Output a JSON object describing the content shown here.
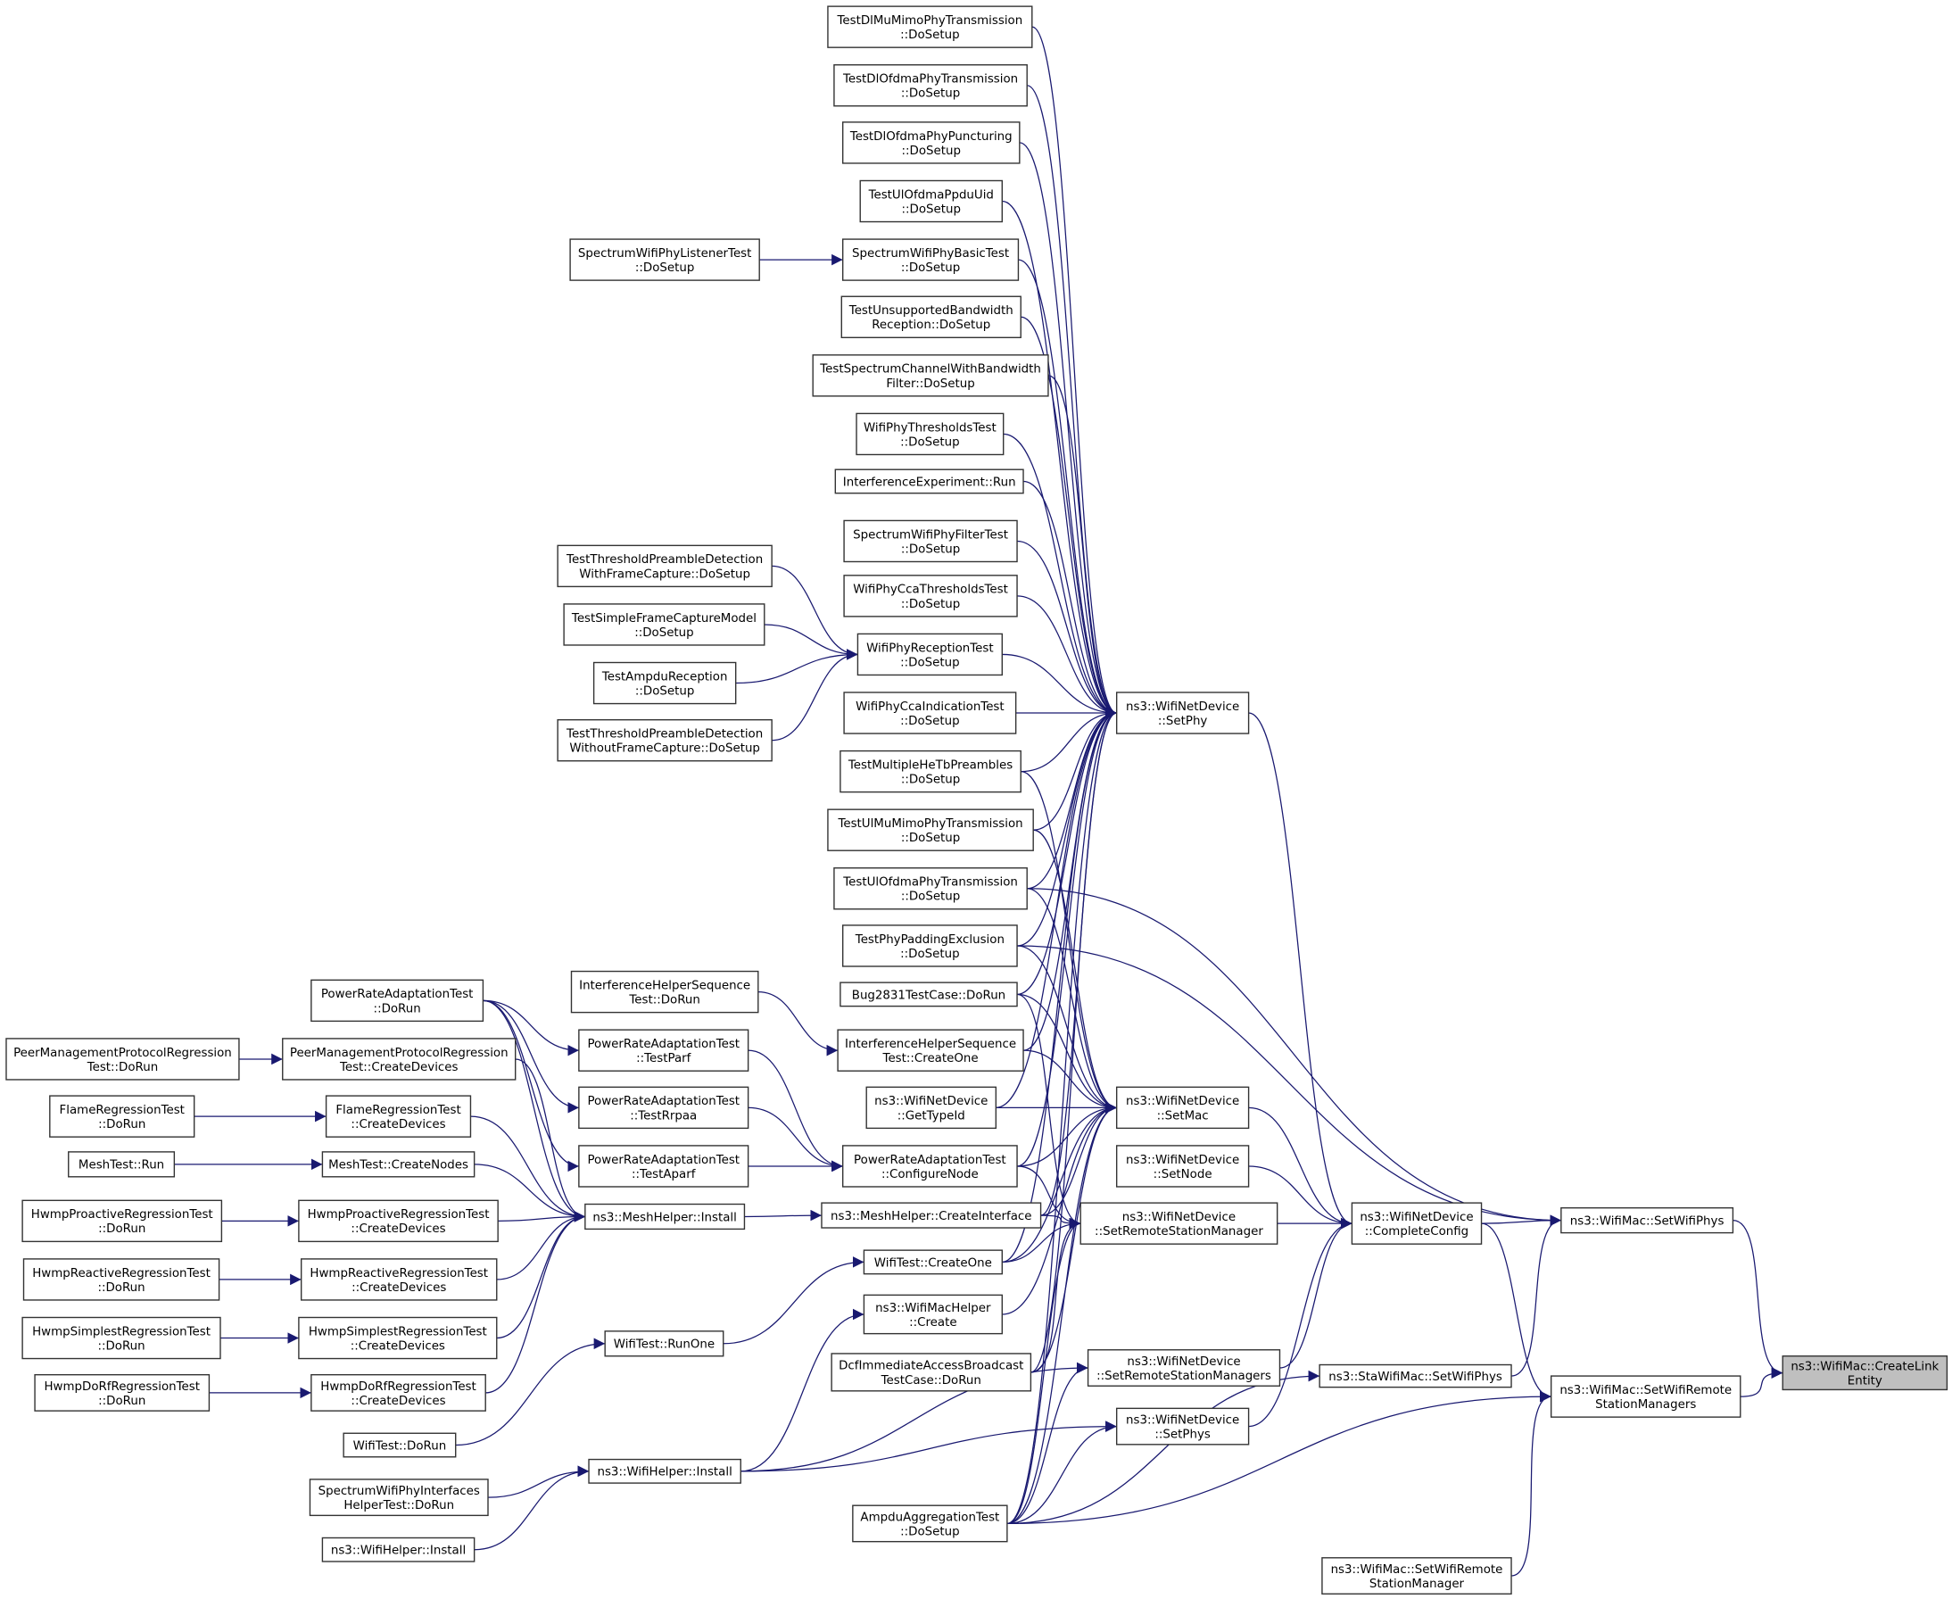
{
  "colors": {
    "edge": "#191970",
    "node_border": "#333333",
    "focus_fill": "#bfbfbf",
    "node_fill": "#ffffff"
  },
  "focus_node": "createlink",
  "nodes": [
    {
      "id": "dlmumimo",
      "lines": [
        "TestDlMuMimoPhyTransmission",
        "::DoSetup"
      ]
    },
    {
      "id": "dlofdma",
      "lines": [
        "TestDlOfdmaPhyTransmission",
        "::DoSetup"
      ]
    },
    {
      "id": "dlpunct",
      "lines": [
        "TestDlOfdmaPhyPuncturing",
        "::DoSetup"
      ]
    },
    {
      "id": "ulppdu",
      "lines": [
        "TestUlOfdmaPpduUid",
        "::DoSetup"
      ]
    },
    {
      "id": "specbasic",
      "lines": [
        "SpectrumWifiPhyBasicTest",
        "::DoSetup"
      ]
    },
    {
      "id": "unsupbw",
      "lines": [
        "TestUnsupportedBandwidth",
        "Reception::DoSetup"
      ]
    },
    {
      "id": "specchan",
      "lines": [
        "TestSpectrumChannelWithBandwidth",
        "Filter::DoSetup"
      ]
    },
    {
      "id": "phythr",
      "lines": [
        "WifiPhyThresholdsTest",
        "::DoSetup"
      ]
    },
    {
      "id": "interfexp",
      "lines": [
        "InterferenceExperiment::Run"
      ]
    },
    {
      "id": "specfilter",
      "lines": [
        "SpectrumWifiPhyFilterTest",
        "::DoSetup"
      ]
    },
    {
      "id": "ccathr",
      "lines": [
        "WifiPhyCcaThresholdsTest",
        "::DoSetup"
      ]
    },
    {
      "id": "phyrecv",
      "lines": [
        "WifiPhyReceptionTest",
        "::DoSetup"
      ]
    },
    {
      "id": "ccaind",
      "lines": [
        "WifiPhyCcaIndicationTest",
        "::DoSetup"
      ]
    },
    {
      "id": "hetb",
      "lines": [
        "TestMultipleHeTbPreambles",
        "::DoSetup"
      ]
    },
    {
      "id": "ulmumimo",
      "lines": [
        "TestUlMuMimoPhyTransmission",
        "::DoSetup"
      ]
    },
    {
      "id": "ulofdma",
      "lines": [
        "TestUlOfdmaPhyTransmission",
        "::DoSetup"
      ]
    },
    {
      "id": "padding",
      "lines": [
        "TestPhyPaddingExclusion",
        "::DoSetup"
      ]
    },
    {
      "id": "bug2831",
      "lines": [
        "Bug2831TestCase::DoRun"
      ]
    },
    {
      "id": "ihscreate",
      "lines": [
        "InterferenceHelperSequence",
        "Test::CreateOne"
      ]
    },
    {
      "id": "gettypeid",
      "lines": [
        "ns3::WifiNetDevice",
        "::GetTypeId"
      ]
    },
    {
      "id": "configure",
      "lines": [
        "PowerRateAdaptationTest",
        "::ConfigureNode"
      ]
    },
    {
      "id": "meshiface",
      "lines": [
        "ns3::MeshHelper::CreateInterface"
      ]
    },
    {
      "id": "wtcreate",
      "lines": [
        "WifiTest::CreateOne"
      ]
    },
    {
      "id": "machelper",
      "lines": [
        "ns3::WifiMacHelper",
        "::Create"
      ]
    },
    {
      "id": "dcf",
      "lines": [
        "DcfImmediateAccessBroadcast",
        "TestCase::DoRun"
      ]
    },
    {
      "id": "ampdu",
      "lines": [
        "AmpduAggregationTest",
        "::DoSetup"
      ]
    },
    {
      "id": "speclisten",
      "lines": [
        "SpectrumWifiPhyListenerTest",
        "::DoSetup"
      ]
    },
    {
      "id": "thrwith",
      "lines": [
        "TestThresholdPreambleDetection",
        "WithFrameCapture::DoSetup"
      ]
    },
    {
      "id": "simplecap",
      "lines": [
        "TestSimpleFrameCaptureModel",
        "::DoSetup"
      ]
    },
    {
      "id": "ampdurecv",
      "lines": [
        "TestAmpduReception",
        "::DoSetup"
      ]
    },
    {
      "id": "thrwithout",
      "lines": [
        "TestThresholdPreambleDetection",
        "WithoutFrameCapture::DoSetup"
      ]
    },
    {
      "id": "ihsrun",
      "lines": [
        "InterferenceHelperSequence",
        "Test::DoRun"
      ]
    },
    {
      "id": "parf",
      "lines": [
        "PowerRateAdaptationTest",
        "::TestParf"
      ]
    },
    {
      "id": "rrpaa",
      "lines": [
        "PowerRateAdaptationTest",
        "::TestRrpaa"
      ]
    },
    {
      "id": "aparf",
      "lines": [
        "PowerRateAdaptationTest",
        "::TestAparf"
      ]
    },
    {
      "id": "meshinstall",
      "lines": [
        "ns3::MeshHelper::Install"
      ]
    },
    {
      "id": "runone",
      "lines": [
        "WifiTest::RunOne"
      ]
    },
    {
      "id": "wifiinstall",
      "lines": [
        "ns3::WifiHelper::Install"
      ]
    },
    {
      "id": "pradorun",
      "lines": [
        "PowerRateAdaptationTest",
        "::DoRun"
      ]
    },
    {
      "id": "peercreate",
      "lines": [
        "PeerManagementProtocolRegression",
        "Test::CreateDevices"
      ]
    },
    {
      "id": "flamecreate",
      "lines": [
        "FlameRegressionTest",
        "::CreateDevices"
      ]
    },
    {
      "id": "meshnodes",
      "lines": [
        "MeshTest::CreateNodes"
      ]
    },
    {
      "id": "proactcreate",
      "lines": [
        "HwmpProactiveRegressionTest",
        "::CreateDevices"
      ]
    },
    {
      "id": "reactcreate",
      "lines": [
        "HwmpReactiveRegressionTest",
        "::CreateDevices"
      ]
    },
    {
      "id": "simplcreate",
      "lines": [
        "HwmpSimplestRegressionTest",
        "::CreateDevices"
      ]
    },
    {
      "id": "dorfcreate",
      "lines": [
        "HwmpDoRfRegressionTest",
        "::CreateDevices"
      ]
    },
    {
      "id": "wtdorun",
      "lines": [
        "WifiTest::DoRun"
      ]
    },
    {
      "id": "specifaces",
      "lines": [
        "SpectrumWifiPhyInterfaces",
        "HelperTest::DoRun"
      ]
    },
    {
      "id": "wifiinstall2",
      "lines": [
        "ns3::WifiHelper::Install"
      ]
    },
    {
      "id": "peerrun",
      "lines": [
        "PeerManagementProtocolRegression",
        "Test::DoRun"
      ]
    },
    {
      "id": "flamerun",
      "lines": [
        "FlameRegressionTest",
        "::DoRun"
      ]
    },
    {
      "id": "meshrun",
      "lines": [
        "MeshTest::Run"
      ]
    },
    {
      "id": "proactrun",
      "lines": [
        "HwmpProactiveRegressionTest",
        "::DoRun"
      ]
    },
    {
      "id": "reactrun",
      "lines": [
        "HwmpReactiveRegressionTest",
        "::DoRun"
      ]
    },
    {
      "id": "simplrun",
      "lines": [
        "HwmpSimplestRegressionTest",
        "::DoRun"
      ]
    },
    {
      "id": "dorfrun",
      "lines": [
        "HwmpDoRfRegressionTest",
        "::DoRun"
      ]
    },
    {
      "id": "setphy",
      "lines": [
        "ns3::WifiNetDevice",
        "::SetPhy"
      ]
    },
    {
      "id": "setmac",
      "lines": [
        "ns3::WifiNetDevice",
        "::SetMac"
      ]
    },
    {
      "id": "setnode",
      "lines": [
        "ns3::WifiNetDevice",
        "::SetNode"
      ]
    },
    {
      "id": "setrsm",
      "lines": [
        "ns3::WifiNetDevice",
        "::SetRemoteStationManager"
      ]
    },
    {
      "id": "setrsms",
      "lines": [
        "ns3::WifiNetDevice",
        "::SetRemoteStationManagers"
      ]
    },
    {
      "id": "setphys",
      "lines": [
        "ns3::WifiNetDevice",
        "::SetPhys"
      ]
    },
    {
      "id": "complete",
      "lines": [
        "ns3::WifiNetDevice",
        "::CompleteConfig"
      ]
    },
    {
      "id": "stasetphys",
      "lines": [
        "ns3::StaWifiMac::SetWifiPhys"
      ]
    },
    {
      "id": "macsetrsm",
      "lines": [
        "ns3::WifiMac::SetWifiRemote",
        "StationManager"
      ]
    },
    {
      "id": "macsetphys",
      "lines": [
        "ns3::WifiMac::SetWifiPhys"
      ]
    },
    {
      "id": "macsetrsms",
      "lines": [
        "ns3::WifiMac::SetWifiRemote",
        "StationManagers"
      ]
    },
    {
      "id": "createlink",
      "lines": [
        "ns3::WifiMac::CreateLink",
        "Entity"
      ]
    }
  ],
  "edges": [
    [
      "macsetphys",
      "createlink"
    ],
    [
      "macsetrsms",
      "createlink"
    ],
    [
      "complete",
      "macsetphys"
    ],
    [
      "stasetphys",
      "macsetphys"
    ],
    [
      "ulofdma",
      "macsetphys"
    ],
    [
      "padding",
      "macsetphys"
    ],
    [
      "complete",
      "macsetrsms"
    ],
    [
      "macsetrsm",
      "macsetrsms"
    ],
    [
      "ampdu",
      "macsetrsms"
    ],
    [
      "ampdu",
      "stasetphys"
    ],
    [
      "setphy",
      "complete"
    ],
    [
      "setmac",
      "complete"
    ],
    [
      "setnode",
      "complete"
    ],
    [
      "setrsm",
      "complete"
    ],
    [
      "setrsms",
      "complete"
    ],
    [
      "setphys",
      "complete"
    ],
    [
      "dlmumimo",
      "setphy"
    ],
    [
      "dlofdma",
      "setphy"
    ],
    [
      "dlpunct",
      "setphy"
    ],
    [
      "ulppdu",
      "setphy"
    ],
    [
      "specbasic",
      "setphy"
    ],
    [
      "unsupbw",
      "setphy"
    ],
    [
      "specchan",
      "setphy"
    ],
    [
      "phythr",
      "setphy"
    ],
    [
      "interfexp",
      "setphy"
    ],
    [
      "specfilter",
      "setphy"
    ],
    [
      "ccathr",
      "setphy"
    ],
    [
      "phyrecv",
      "setphy"
    ],
    [
      "ccaind",
      "setphy"
    ],
    [
      "hetb",
      "setphy"
    ],
    [
      "ulmumimo",
      "setphy"
    ],
    [
      "ulofdma",
      "setphy"
    ],
    [
      "padding",
      "setphy"
    ],
    [
      "bug2831",
      "setphy"
    ],
    [
      "ihscreate",
      "setphy"
    ],
    [
      "gettypeid",
      "setphy"
    ],
    [
      "configure",
      "setphy"
    ],
    [
      "meshiface",
      "setphy"
    ],
    [
      "wtcreate",
      "setphy"
    ],
    [
      "dcf",
      "setphy"
    ],
    [
      "ampdu",
      "setphy"
    ],
    [
      "hetb",
      "setmac"
    ],
    [
      "ulmumimo",
      "setmac"
    ],
    [
      "ulofdma",
      "setmac"
    ],
    [
      "padding",
      "setmac"
    ],
    [
      "bug2831",
      "setmac"
    ],
    [
      "ihscreate",
      "setmac"
    ],
    [
      "gettypeid",
      "setmac"
    ],
    [
      "configure",
      "setmac"
    ],
    [
      "meshiface",
      "setmac"
    ],
    [
      "wtcreate",
      "setmac"
    ],
    [
      "machelper",
      "setmac"
    ],
    [
      "dcf",
      "setmac"
    ],
    [
      "ampdu",
      "setmac"
    ],
    [
      "bug2831",
      "setrsm"
    ],
    [
      "configure",
      "setrsm"
    ],
    [
      "meshiface",
      "setrsm"
    ],
    [
      "wtcreate",
      "setrsm"
    ],
    [
      "dcf",
      "setrsm"
    ],
    [
      "ampdu",
      "setrsm"
    ],
    [
      "wifiinstall",
      "setrsms"
    ],
    [
      "ampdu",
      "setrsms"
    ],
    [
      "wifiinstall",
      "setphys"
    ],
    [
      "ampdu",
      "setphys"
    ],
    [
      "speclisten",
      "specbasic"
    ],
    [
      "thrwith",
      "phyrecv"
    ],
    [
      "simplecap",
      "phyrecv"
    ],
    [
      "ampdurecv",
      "phyrecv"
    ],
    [
      "thrwithout",
      "phyrecv"
    ],
    [
      "ihsrun",
      "ihscreate"
    ],
    [
      "parf",
      "configure"
    ],
    [
      "rrpaa",
      "configure"
    ],
    [
      "aparf",
      "configure"
    ],
    [
      "meshinstall",
      "meshiface"
    ],
    [
      "runone",
      "wtcreate"
    ],
    [
      "wifiinstall",
      "machelper"
    ],
    [
      "pradorun",
      "parf"
    ],
    [
      "pradorun",
      "rrpaa"
    ],
    [
      "pradorun",
      "aparf"
    ],
    [
      "pradorun",
      "meshinstall"
    ],
    [
      "peercreate",
      "meshinstall"
    ],
    [
      "flamecreate",
      "meshinstall"
    ],
    [
      "meshnodes",
      "meshinstall"
    ],
    [
      "proactcreate",
      "meshinstall"
    ],
    [
      "reactcreate",
      "meshinstall"
    ],
    [
      "simplcreate",
      "meshinstall"
    ],
    [
      "dorfcreate",
      "meshinstall"
    ],
    [
      "wtdorun",
      "runone"
    ],
    [
      "specifaces",
      "wifiinstall"
    ],
    [
      "wifiinstall2",
      "wifiinstall"
    ],
    [
      "peerrun",
      "peercreate"
    ],
    [
      "flamerun",
      "flamecreate"
    ],
    [
      "meshrun",
      "meshnodes"
    ],
    [
      "proactrun",
      "proactcreate"
    ],
    [
      "reactrun",
      "reactcreate"
    ],
    [
      "simplrun",
      "simplcreate"
    ],
    [
      "dorfrun",
      "dorfcreate"
    ]
  ]
}
